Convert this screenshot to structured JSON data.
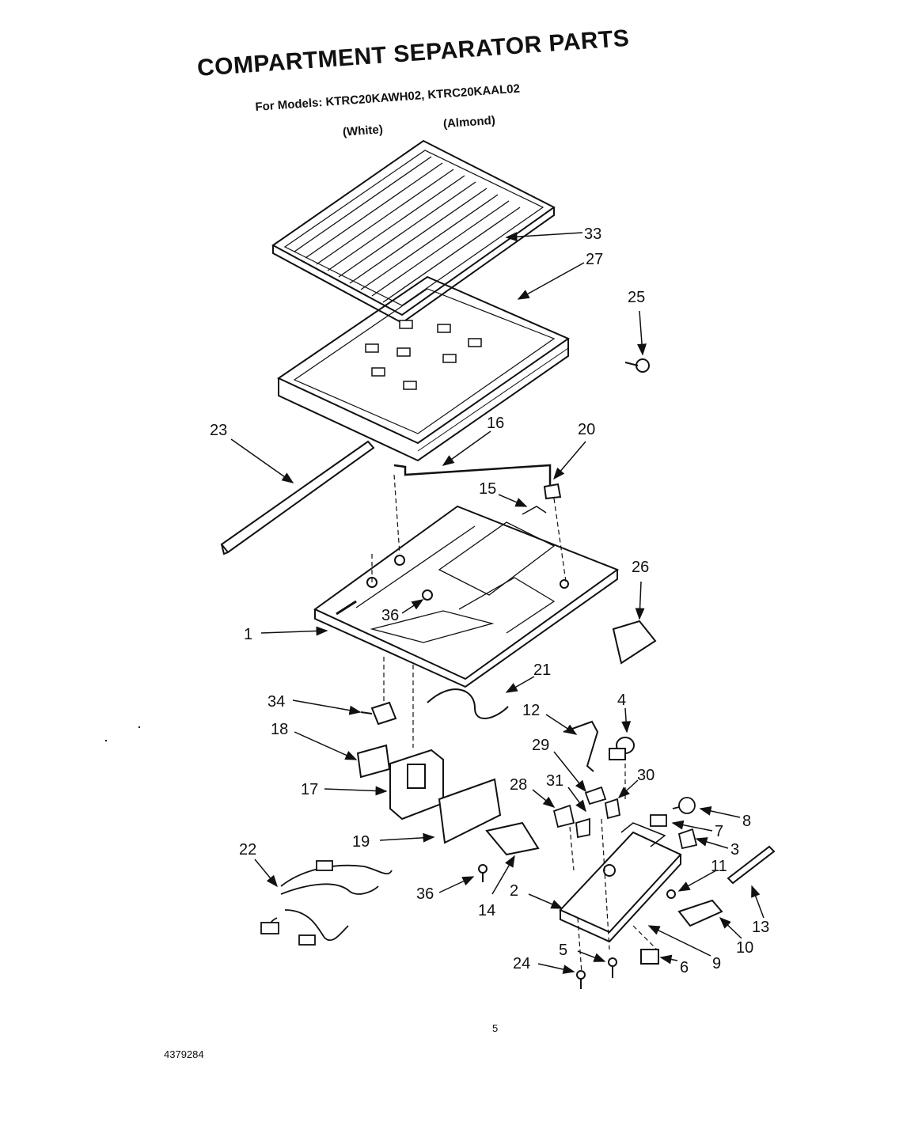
{
  "title": "COMPARTMENT SEPARATOR PARTS",
  "models_line": "For Models: KTRC20KAWH02, KTRC20KAAL02",
  "color_white": "(White)",
  "color_almond": "(Almond)",
  "page_number": "5",
  "document_number": "4379284",
  "callouts": [
    "33",
    "27",
    "25",
    "23",
    "16",
    "20",
    "15",
    "26",
    "1",
    "36",
    "21",
    "34",
    "4",
    "18",
    "12",
    "29",
    "30",
    "17",
    "28",
    "31",
    "8",
    "7",
    "3",
    "19",
    "22",
    "11",
    "36",
    "14",
    "2",
    "13",
    "10",
    "9",
    "6",
    "5",
    "24"
  ]
}
